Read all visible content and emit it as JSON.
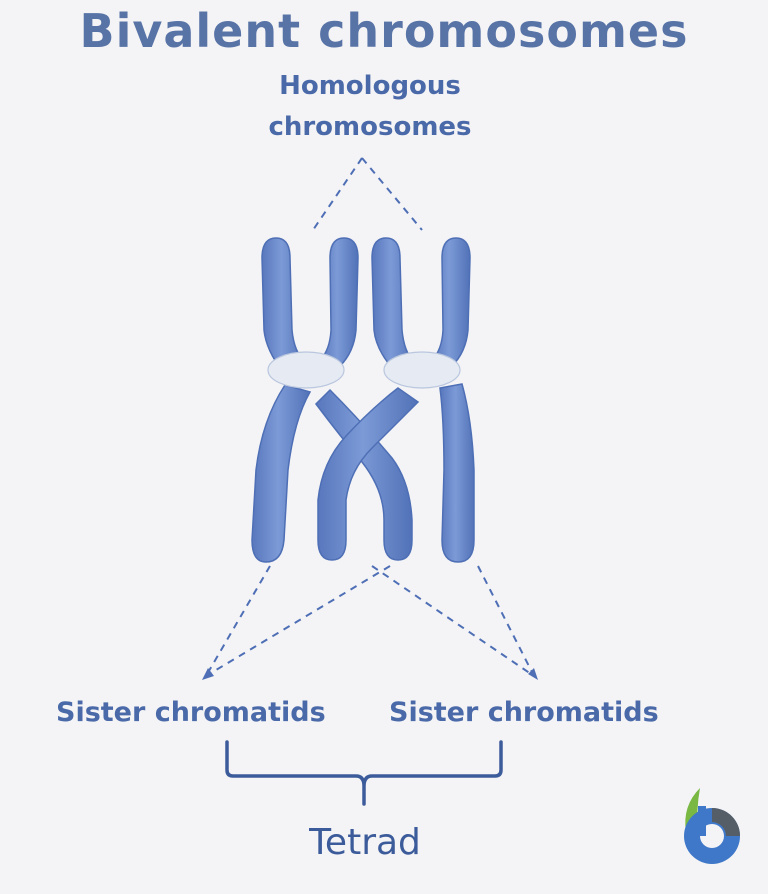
{
  "title": "Bivalent chromosomes",
  "labels": {
    "homologous_line1": "Homologous",
    "homologous_line2": "chromosomes",
    "sister_left": "Sister chromatids",
    "sister_right": "Sister chromatids",
    "tetrad": "Tetrad"
  },
  "colors": {
    "title": "#5873a6",
    "chromatid": "#6f8fd0",
    "chromatid_dark": "#4e6fb5",
    "centromere": "#e6ebf3",
    "label": "#4a69a8"
  },
  "icons": {
    "logo": "biology-dictionary-logo-icon"
  }
}
